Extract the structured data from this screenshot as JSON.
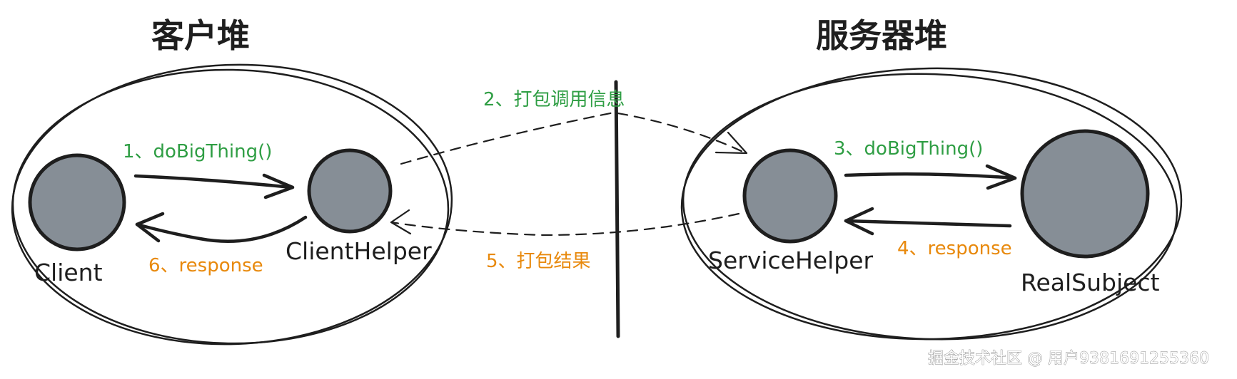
{
  "heaps": {
    "client_heap_title": "客户堆",
    "server_heap_title": "服务器堆"
  },
  "nodes": {
    "client": "Client",
    "client_helper": "ClientHelper",
    "service_helper": "ServiceHelper",
    "real_subject": "RealSubject"
  },
  "steps": {
    "step1": "1、doBigThing()",
    "step2": "2、打包调用信息",
    "step3": "3、doBigThing()",
    "step4": "4、response",
    "step5": "5、打包结果",
    "step6": "6、response"
  },
  "colors": {
    "request_text": "#2f9e44",
    "response_text": "#e8890c",
    "node_fill": "#868e96",
    "stroke": "#1e1e1e"
  },
  "watermark": "掘金技术社区 @ 用户9381691255360"
}
